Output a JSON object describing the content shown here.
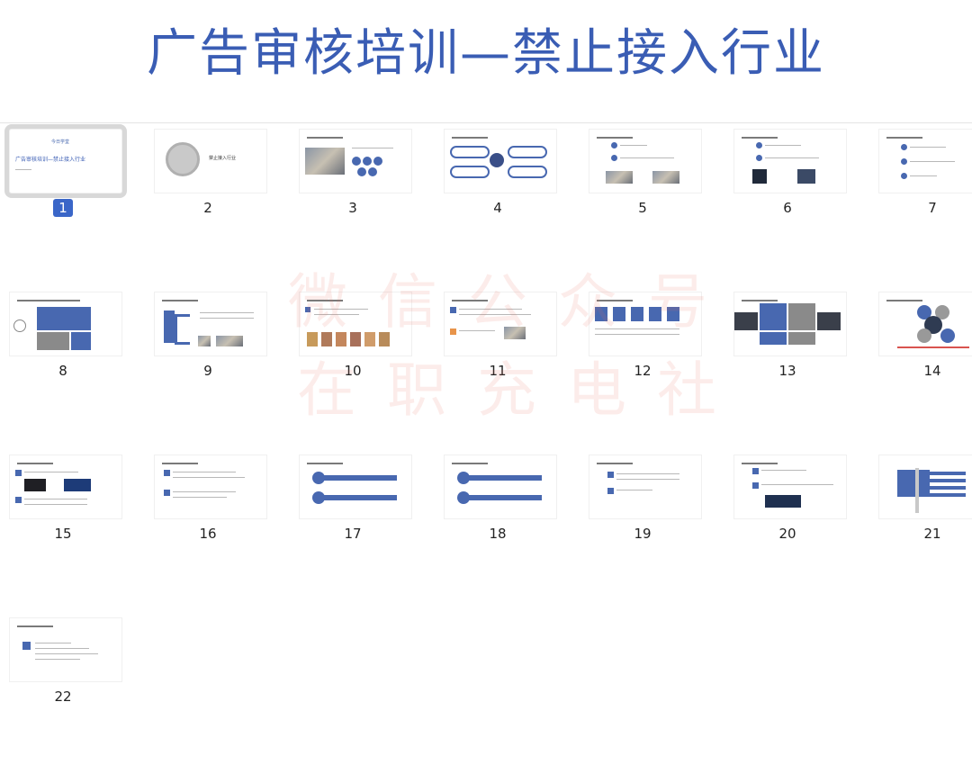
{
  "title": "广告审核培训—禁止接入行业",
  "selected_slide": 1,
  "slides": [
    {
      "number": "1",
      "label": "广告审核培训—禁止接入行业",
      "brand": "今日学堂"
    },
    {
      "number": "2",
      "label": "禁止接入行业"
    },
    {
      "number": "3"
    },
    {
      "number": "4"
    },
    {
      "number": "5"
    },
    {
      "number": "6"
    },
    {
      "number": "7"
    },
    {
      "number": "8"
    },
    {
      "number": "9"
    },
    {
      "number": "10"
    },
    {
      "number": "11"
    },
    {
      "number": "12"
    },
    {
      "number": "13"
    },
    {
      "number": "14"
    },
    {
      "number": "15"
    },
    {
      "number": "16"
    },
    {
      "number": "17"
    },
    {
      "number": "18"
    },
    {
      "number": "19"
    },
    {
      "number": "20"
    },
    {
      "number": "21"
    },
    {
      "number": "22"
    }
  ],
  "watermark": {
    "line1": "微信公众号",
    "line2": "在职充电社"
  },
  "colors": {
    "accent": "#3a5db4",
    "selection": "#3a66c8",
    "thumb_blue": "#4868b0"
  }
}
